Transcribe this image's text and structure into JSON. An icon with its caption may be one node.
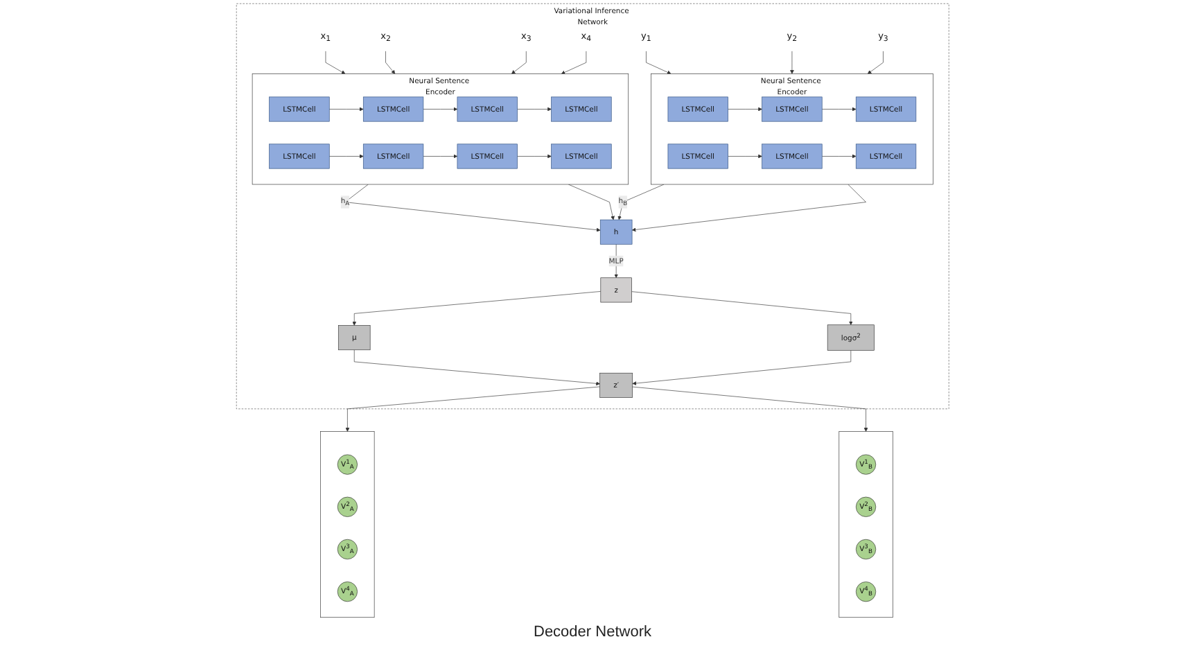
{
  "diagram": {
    "nodes": [
      {
        "text": [
          "Variational Inference Network"
        ]
      },
      {
        "text": [
          "x$_{1}$"
        ],
        "in": 0
      },
      {
        "text": [
          "x$_{2}$"
        ],
        "in": 0
      },
      {
        "text": [
          "x$_{3}$"
        ],
        "in": 0
      },
      {
        "text": [
          "x$_{4}$"
        ],
        "in": 0
      },
      {
        "text": [
          "y$_{1}$"
        ],
        "in": 0
      },
      {
        "text": [
          "y$_{2}$"
        ],
        "in": 0
      },
      {
        "text": [
          "y$_{3}$"
        ],
        "in": 0
      },
      {
        "text": [
          "Neural Sentence Encoder"
        ],
        "in": 0
      },
      {
        "text": [
          "LSTMCell"
        ],
        "in": 8
      },
      {
        "text": [
          "LSTMCell"
        ],
        "in": 8
      },
      {
        "text": [
          "LSTMCell"
        ],
        "in": 8
      },
      {
        "text": [
          "LSTMCell"
        ],
        "in": 8
      },
      {
        "text": [
          "LSTMCell"
        ],
        "in": 8
      },
      {
        "text": [
          "LSTMCell"
        ],
        "in": 8
      },
      {
        "text": [
          "LSTMCell"
        ],
        "in": 8
      },
      {
        "text": [
          "LSTMCell"
        ],
        "in": 8
      },
      {
        "text": [
          "h"
        ],
        "in": 0
      },
      {
        "text": [
          "Neural Sentence Encoder"
        ],
        "in": 0
      },
      {
        "text": [
          "LSTMCell"
        ],
        "in": 18
      },
      {
        "text": [
          "LSTMCell"
        ],
        "in": 18
      },
      {
        "text": [
          "LSTMCell"
        ],
        "in": 18
      },
      {
        "text": [
          "LSTMCell"
        ],
        "in": 18
      },
      {
        "text": [
          "LSTMCell"
        ],
        "in": 18
      },
      {
        "text": [
          "LSTMCell"
        ],
        "in": 18
      },
      {
        "text": [
          "z"
        ],
        "in": 0
      },
      {
        "text": [
          "μ"
        ],
        "in": 0
      },
      {
        "text": [
          "logσ$^{2}$"
        ],
        "in": 0
      },
      {
        "text": [
          "z′"
        ],
        "in": 0
      },
      {
        "text": [],
        "shape": "box"
      },
      {
        "text": [
          "V$^{1}$$_{A}$"
        ],
        "in": 29
      },
      {
        "text": [
          "V$^{2}$$_{A}$"
        ],
        "in": 29
      },
      {
        "text": [
          "V$^{3}$$_{A}$"
        ],
        "in": 29
      },
      {
        "text": [
          "V$^{4}$$_{A}$"
        ],
        "in": 29
      },
      {
        "text": [],
        "shape": "box"
      },
      {
        "text": [
          "V$^{1}$$_{B}$"
        ],
        "in": 34
      },
      {
        "text": [
          "V$^{2}$$_{B}$"
        ],
        "in": 34
      },
      {
        "text": [
          "V$^{3}$$_{B}$"
        ],
        "in": 34
      },
      {
        "text": [
          "V$^{4}$$_{B}$"
        ],
        "in": 34
      }
    ],
    "edges": [
      {
        "from": 1,
        "to": 8,
        "arrow": "to"
      },
      {
        "from": 2,
        "to": 8,
        "arrow": "to"
      },
      {
        "from": 3,
        "to": 8,
        "arrow": "to"
      },
      {
        "from": 4,
        "to": 8,
        "arrow": "to"
      },
      {
        "from": 5,
        "to": 18,
        "arrow": "to"
      },
      {
        "from": 6,
        "to": 18,
        "arrow": "to"
      },
      {
        "from": 7,
        "to": 18,
        "arrow": "to"
      },
      {
        "from": 9,
        "to": 10,
        "arrow": "to"
      },
      {
        "from": 10,
        "to": 11,
        "arrow": "to"
      },
      {
        "from": 11,
        "to": 12,
        "arrow": "to"
      },
      {
        "from": 16,
        "to": 15,
        "arrow": "to"
      },
      {
        "from": 15,
        "to": 14,
        "arrow": "to"
      },
      {
        "from": 14,
        "to": 13,
        "arrow": "to"
      },
      {
        "from": 19,
        "to": 20,
        "arrow": "to"
      },
      {
        "from": 20,
        "to": 21,
        "arrow": "to"
      },
      {
        "from": 24,
        "to": 23,
        "arrow": "to"
      },
      {
        "from": 23,
        "to": 22,
        "arrow": "to"
      },
      {
        "from": 8,
        "to": 17,
        "arrow": "to",
        "label": "h$_{A}$"
      },
      {
        "from": 8,
        "to": 17,
        "arrow": "to"
      },
      {
        "from": 18,
        "to": 17,
        "arrow": "to",
        "label": "h$_{B}$"
      },
      {
        "from": 18,
        "to": 17,
        "arrow": "to"
      },
      {
        "from": 17,
        "to": 25,
        "arrow": "to",
        "label": "MLP"
      },
      {
        "from": 25,
        "to": 26,
        "arrow": "to"
      },
      {
        "from": 25,
        "to": 27,
        "arrow": "to"
      },
      {
        "from": 26,
        "to": 28,
        "arrow": "to"
      },
      {
        "from": 27,
        "to": 28,
        "arrow": "to"
      },
      {
        "from": 28,
        "to": 29,
        "arrow": "to"
      },
      {
        "from": 28,
        "to": 34,
        "arrow": "to"
      }
    ],
    "labels": [
      "Decoder Network"
    ]
  }
}
